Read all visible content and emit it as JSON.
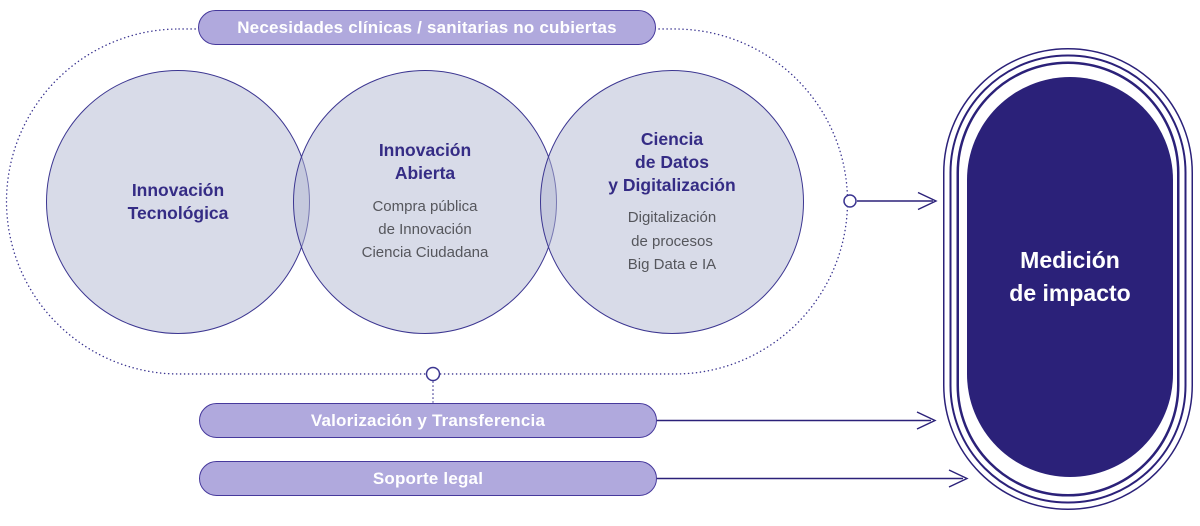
{
  "colors": {
    "deep": "#2b2179",
    "line": "#3c3691",
    "indigo": "#352c85",
    "pill-bg": "#b0a9dd",
    "pill-border": "#46399c",
    "subtext": "#55565c"
  },
  "top_pill": {
    "label": "Necesidades clínicas / sanitarias no cubiertas"
  },
  "venn": {
    "circles": [
      {
        "title": "Innovación\nTecnológica",
        "subtitle": ""
      },
      {
        "title": "Innovación\nAbierta",
        "subtitle": "Compra pública\nde Innovación\nCiencia Ciudadana"
      },
      {
        "title": "Ciencia\nde Datos\ny Digitalización",
        "subtitle": "Digitalización\nde procesos\nBig Data e IA"
      }
    ]
  },
  "bottom_pills": [
    {
      "label": "Valorización y Transferencia"
    },
    {
      "label": "Soporte legal"
    }
  ],
  "capsule": {
    "label": "Medición\nde impacto"
  }
}
